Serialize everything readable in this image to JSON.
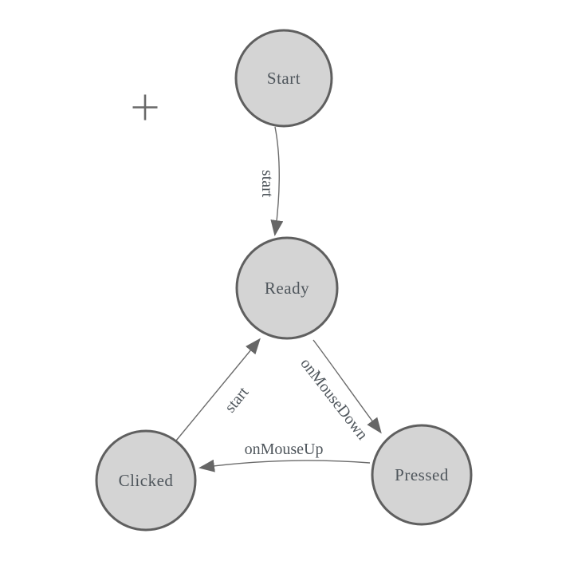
{
  "diagram": {
    "colors": {
      "background": "#ffffff",
      "node_fill": "#d4d4d4",
      "node_stroke": "#5f5f5f",
      "edge": "#6b6b6b",
      "arrowhead": "#666666",
      "label": "#4f565c",
      "crosshair": "#696969"
    },
    "nodes": [
      {
        "id": "start",
        "label": "Start"
      },
      {
        "id": "ready",
        "label": "Ready"
      },
      {
        "id": "clicked",
        "label": "Clicked"
      },
      {
        "id": "pressed",
        "label": "Pressed"
      }
    ],
    "edges": [
      {
        "from": "start",
        "to": "ready",
        "label": "start"
      },
      {
        "from": "ready",
        "to": "pressed",
        "label": "onMouseDown"
      },
      {
        "from": "pressed",
        "to": "clicked",
        "label": "onMouseUp"
      },
      {
        "from": "clicked",
        "to": "ready",
        "label": "start"
      }
    ],
    "cursor": {
      "icon": "crosshair-icon"
    }
  }
}
